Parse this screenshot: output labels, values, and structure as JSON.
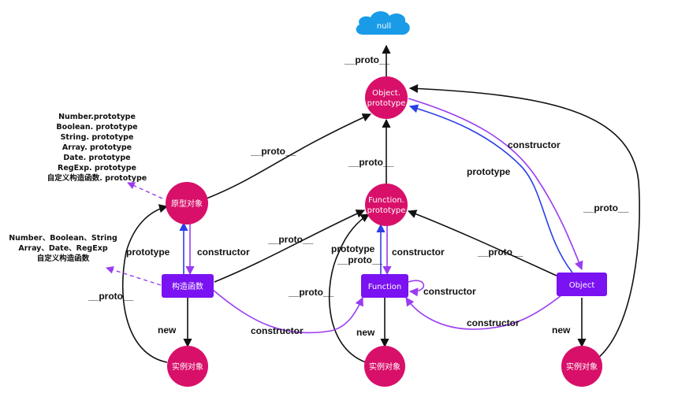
{
  "colors": {
    "circle": "#d8106a",
    "box": "#7a12f2",
    "cloud": "#1a9be8",
    "black_arrow": "#111111",
    "purple_arrow": "#9a3cf0",
    "blue_arrow": "#2a3fe8",
    "dashed": "#9a3cf0"
  },
  "nodes": {
    "null": "null",
    "object_prototype": [
      "Object.",
      "prototype"
    ],
    "function_prototype": [
      "Function.",
      "prototype"
    ],
    "proto_object": "原型对象",
    "constructor_fn": "构造函数",
    "function": "Function",
    "object": "Object",
    "instance_left": "实例对象",
    "instance_mid": "实例对象",
    "instance_right": "实例对象"
  },
  "labels": {
    "proto_top": "__proto__",
    "proto_upper_left": "__proto__",
    "proto_mid_vertical": "__proto__",
    "proto_right": "__proto__",
    "proto_ctor_to_fnproto": "__proto__",
    "proto_instance_left": "__proto__",
    "proto_instance_mid": "__proto__",
    "proto_object_to_fnproto": "__proto__",
    "constructor_objproto": "constructor",
    "prototype_object": "prototype",
    "prototype_left": "prototype",
    "constructor_left": "constructor",
    "prototype_function": "prototype",
    "proto_function": "__proto__",
    "constructor_function_mid": "constructor",
    "constructor_self": "constructor",
    "constructor_bottom_left": "constructor",
    "constructor_bottom_right": "constructor",
    "new_left": "new",
    "new_mid": "new",
    "new_right": "new"
  },
  "notes": {
    "prototype_list": [
      "Number.prototype",
      "Boolean. prototype",
      "String. prototype",
      "Array. prototype",
      "Date. prototype",
      "RegExp. prototype",
      "自定义构造函数. prototype"
    ],
    "constructor_list": [
      "Number、Boolean、String",
      "Array、Date、RegExp",
      "自定义构造函数"
    ]
  }
}
